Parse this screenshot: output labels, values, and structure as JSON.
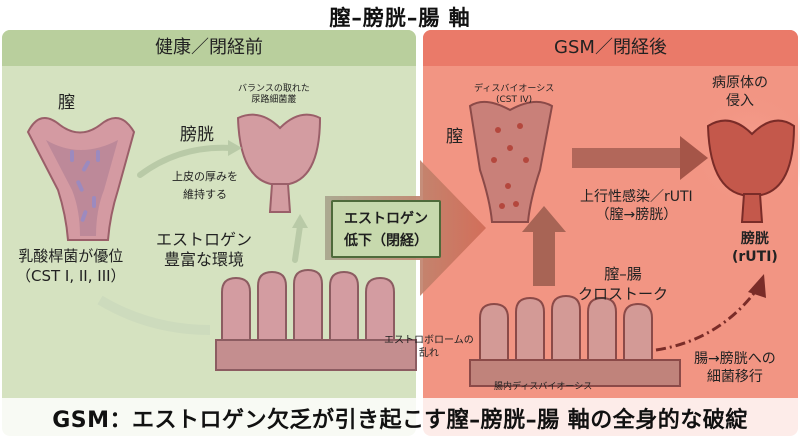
{
  "title": "膣–膀胱–腸 軸",
  "left_panel": {
    "header": "健康／閉経前",
    "vagina_label": "膣",
    "bladder_label": "膀胱",
    "microbiome_label": "バランスの取れた\n尿路細菌叢",
    "epithelium_label": "上皮の厚みを\n維持する",
    "estrogen_label": "エストロゲン\n豊富な環境",
    "lactobacillus_label": "乳酸桿菌が優位\n（CST I, II, III）"
  },
  "center_box": {
    "label": "エストロゲン\n低下（閉経）"
  },
  "right_panel": {
    "header": "GSM／閉経後",
    "dysbiosis_label": "ディスバイオーシス\n(CST IV)",
    "vagina_label": "膣",
    "pathogen_label": "病原体の\n侵入",
    "uti_label": "上行性感染／rUTI\n（膣→膀胱）",
    "bladder_label": "膀胱\n(rUTI)",
    "crosstalk_label": "膣–腸\nクロストーク",
    "estrobolome_label": "エストロボロームの\n乱れ",
    "gut_dysbiosis_label": "腸内ディスバイオーシス",
    "migration_label": "腸→膀胱への\n細菌移行"
  },
  "footer": "GSM：エストロゲン欠乏が引き起こす膣–膀胱–腸 軸の全身的な破綻",
  "colors": {
    "healthy_bg": "#d5e2c0",
    "disrupted_bg": "#f29583",
    "tissue": "#c98d95",
    "arrow_green": "#b9caa7",
    "arrow_brown": "#9b5a45"
  }
}
